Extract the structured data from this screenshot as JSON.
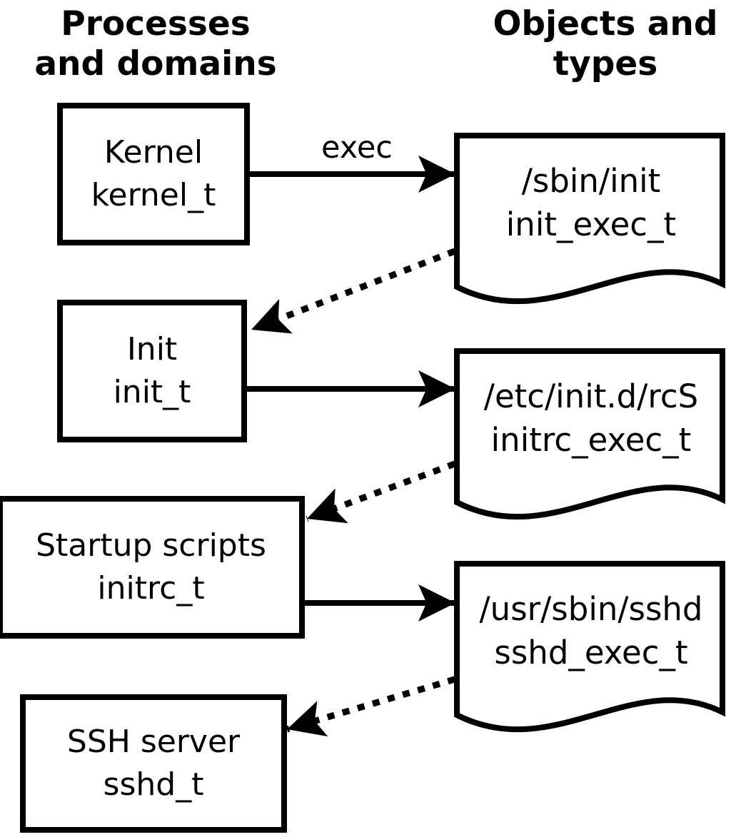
{
  "diagram": {
    "title_left": "Processes\nand domains",
    "title_right": "Objects and\ntypes",
    "colors": {
      "foreground": "#000000",
      "background": "#ffffff"
    },
    "process_nodes": [
      {
        "name": "Kernel",
        "type": "kernel_t"
      },
      {
        "name": "Init",
        "type": "init_t"
      },
      {
        "name": "Startup scripts",
        "type": "initrc_t"
      },
      {
        "name": "SSH server",
        "type": "sshd_t"
      }
    ],
    "object_nodes": [
      {
        "path": "/sbin/init",
        "type": "init_exec_t"
      },
      {
        "path": "/etc/init.d/rcS",
        "type": "initrc_exec_t"
      },
      {
        "path": "/usr/sbin/sshd",
        "type": "sshd_exec_t"
      }
    ],
    "edges": [
      {
        "from": "kernel_t",
        "to": "init_exec_t",
        "style": "solid",
        "label": "exec"
      },
      {
        "from": "init_exec_t",
        "to": "init_t",
        "style": "dotted",
        "label": ""
      },
      {
        "from": "init_t",
        "to": "initrc_exec_t",
        "style": "solid",
        "label": ""
      },
      {
        "from": "initrc_exec_t",
        "to": "initrc_t",
        "style": "dotted",
        "label": ""
      },
      {
        "from": "initrc_t",
        "to": "sshd_exec_t",
        "style": "solid",
        "label": ""
      },
      {
        "from": "sshd_exec_t",
        "to": "sshd_t",
        "style": "dotted",
        "label": ""
      }
    ]
  }
}
